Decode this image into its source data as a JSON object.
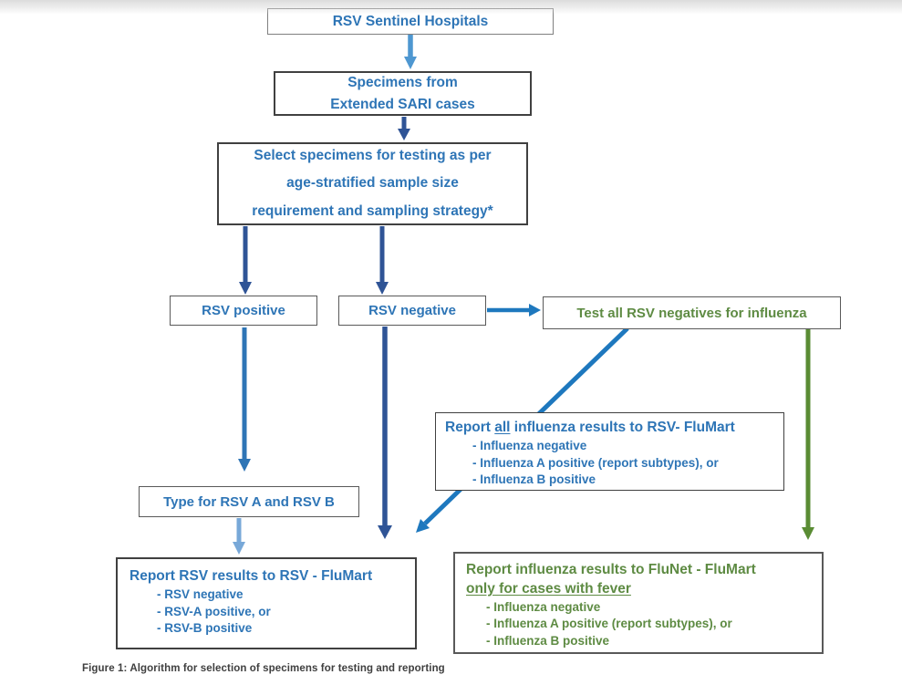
{
  "figure_caption": "Figure 1: Algorithm for selection of specimens for testing and reporting",
  "colors": {
    "blue_text": "#2E75B6",
    "green_text": "#5E8B43",
    "navy_arrow": "#2F5496",
    "medium_arrow": "#2E75B6",
    "light_arrow": "#4E97D1",
    "pale_arrow": "#78A8D8",
    "bright_arrow": "#1E78BE",
    "green_arrow": "#5A8C34",
    "border_dark": "#404040",
    "border_mid": "#595959",
    "border_light": "#808080",
    "caption_color": "#3F3F3F"
  },
  "nodes": {
    "sentinel": {
      "label": "RSV Sentinel Hospitals"
    },
    "specimens": {
      "line1": "Specimens from",
      "line2": "Extended SARI cases"
    },
    "select_specimens": {
      "line1": "Select specimens for testing as per",
      "line2": "age-stratified sample size",
      "line3": "requirement and sampling strategy*"
    },
    "rsv_positive": {
      "label": "RSV positive"
    },
    "rsv_negative": {
      "label": "RSV negative"
    },
    "test_rsv_negatives": {
      "label": "Test all RSV negatives for influenza"
    },
    "report_influenza_rsv_flumart": {
      "title_prefix": "Report ",
      "title_underline": "all",
      "title_suffix": " influenza results to RSV- FluMart",
      "items": [
        "- Influenza negative",
        "- Influenza A positive (report subtypes), or",
        "- Influenza B positive"
      ]
    },
    "type_rsv_ab": {
      "label": "Type for RSV A and RSV B"
    },
    "report_rsv_flumart": {
      "title": "Report RSV results to RSV - FluMart",
      "items": [
        "- RSV negative",
        "- RSV-A positive, or",
        "- RSV-B positive"
      ]
    },
    "report_flunet_flumart": {
      "title_line1": "Report influenza results to FluNet - FluMart",
      "title_line2_underlined": "only for cases with fever",
      "items": [
        "- Influenza negative",
        "- Influenza A positive (report subtypes), or",
        "- Influenza B positive"
      ]
    }
  },
  "edges": [
    {
      "from": "sentinel",
      "to": "specimens",
      "color": "light_arrow",
      "shape": "vertical"
    },
    {
      "from": "specimens",
      "to": "select_specimens",
      "color": "navy_arrow",
      "shape": "vertical"
    },
    {
      "from": "select_specimens",
      "to": "rsv_positive",
      "color": "navy_arrow",
      "shape": "vertical"
    },
    {
      "from": "select_specimens",
      "to": "rsv_negative",
      "color": "navy_arrow",
      "shape": "vertical"
    },
    {
      "from": "rsv_negative",
      "to": "test_rsv_negatives",
      "color": "bright_arrow",
      "shape": "horizontal"
    },
    {
      "from": "rsv_positive",
      "to": "type_rsv_ab",
      "color": "medium_arrow",
      "shape": "vertical"
    },
    {
      "from": "rsv_negative",
      "to": "report_rsv_flumart",
      "color": "navy_arrow",
      "shape": "vertical"
    },
    {
      "from": "test_rsv_negatives",
      "to": "report_rsv_flumart",
      "color": "bright_arrow",
      "shape": "diagonal-behind-report_influenza_rsv_flumart"
    },
    {
      "from": "test_rsv_negatives",
      "to": "report_flunet_flumart",
      "color": "green_arrow",
      "shape": "vertical"
    },
    {
      "from": "type_rsv_ab",
      "to": "report_rsv_flumart",
      "color": "pale_arrow",
      "shape": "vertical"
    }
  ]
}
